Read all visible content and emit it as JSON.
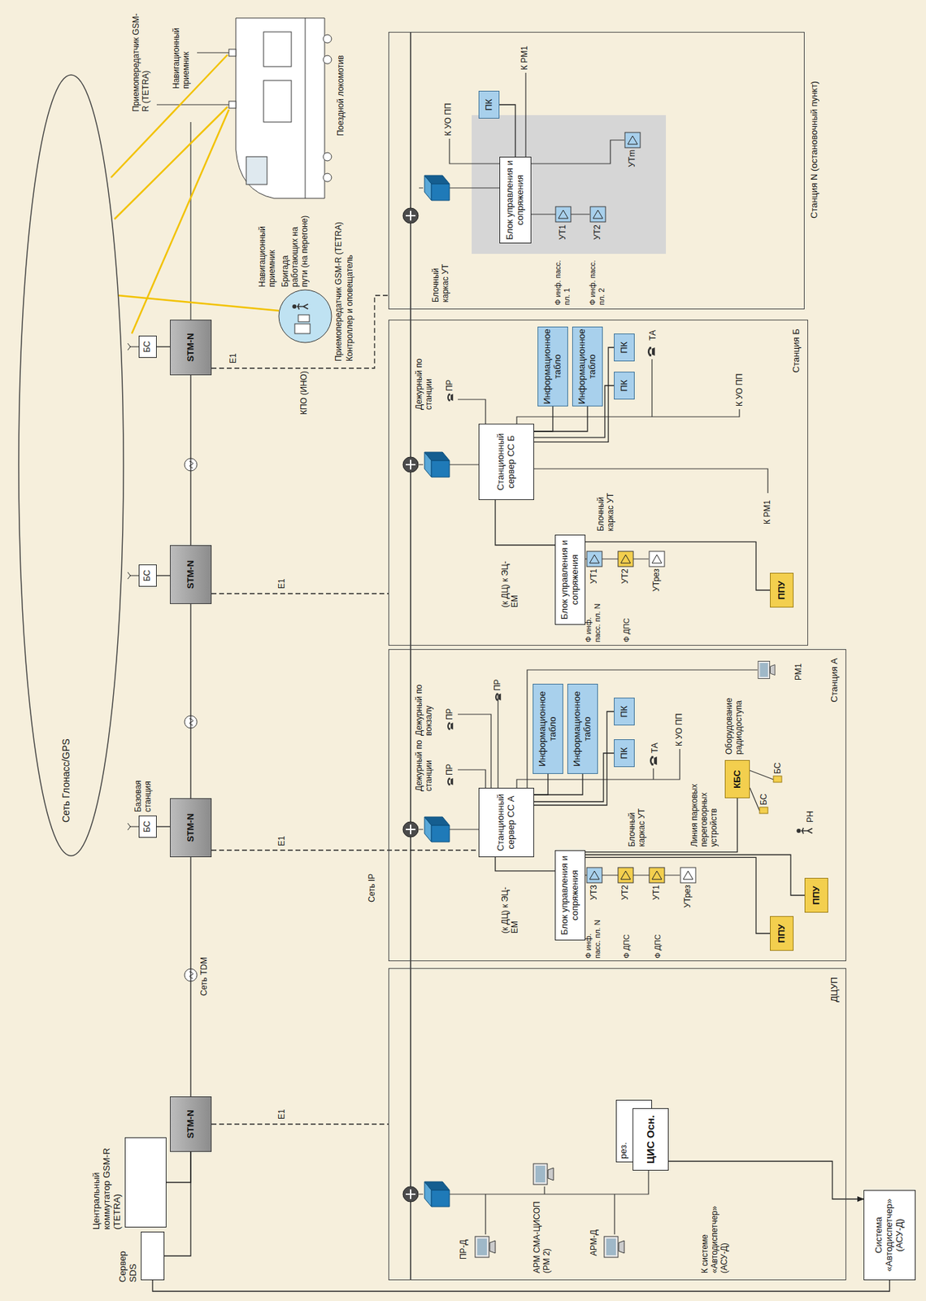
{
  "diagram": {
    "nodes": [
      {
        "text": [
          "Сеть Глонасс/GPS"
        ]
      },
      {
        "text": [
          "Сервер SDS"
        ]
      },
      {
        "text": [
          "Центральный коммутатор GSM-R (TETRA)"
        ]
      },
      {
        "text": [
          "STM-N"
        ]
      },
      {
        "text": [
          "STM-N"
        ]
      },
      {
        "text": [
          "STM-N"
        ]
      },
      {
        "text": [
          "STM-N"
        ]
      },
      {
        "text": [
          "БС"
        ]
      },
      {
        "text": [
          "БС"
        ]
      },
      {
        "text": [
          "БС"
        ]
      },
      {
        "text": [
          "Система «Автодиспетчер» (АСУ-Д)"
        ]
      },
      {
        "text": [
          "ДЦУП"
        ]
      },
      {
        "text": [
          "рез."
        ],
        "in": 11
      },
      {
        "text": [
          "ЦИС Осн."
        ],
        "in": 11
      },
      {
        "text": [
          "Станция А"
        ]
      },
      {
        "text": [
          "Станционный сервер СС А"
        ],
        "in": 14
      },
      {
        "text": [
          "Информационное табло"
        ],
        "in": 14
      },
      {
        "text": [
          "Информационное табло"
        ],
        "in": 14
      },
      {
        "text": [
          "ПК"
        ],
        "in": 14
      },
      {
        "text": [
          "ПК"
        ],
        "in": 14
      },
      {
        "text": [
          "Блок управления и сопряжения"
        ],
        "in": 14
      },
      {
        "text": [
          "ППУ"
        ],
        "in": 14
      },
      {
        "text": [
          "ППУ"
        ],
        "in": 14
      },
      {
        "text": [
          "КБС"
        ],
        "in": 14
      },
      {
        "text": [
          "Станция Б"
        ]
      },
      {
        "text": [
          "Станционный сервер СС Б"
        ],
        "in": 24
      },
      {
        "text": [
          "Информационное табло"
        ],
        "in": 24
      },
      {
        "text": [
          "Информационное табло"
        ],
        "in": 24
      },
      {
        "text": [
          "ПК"
        ],
        "in": 24
      },
      {
        "text": [
          "ПК"
        ],
        "in": 24
      },
      {
        "text": [
          "Блок управления и сопряжения"
        ],
        "in": 24
      },
      {
        "text": [
          "ППУ"
        ],
        "in": 24
      },
      {
        "text": [
          "Станция N (остановочный пункт)"
        ]
      },
      {
        "text": [
          "Блок управления и сопряжения"
        ],
        "in": 32
      },
      {
        "text": [
          "ПК"
        ],
        "in": 32
      }
    ],
    "edges": [
      {
        "from": 1,
        "to": 3,
        "arrow": "none"
      },
      {
        "from": 2,
        "to": 3,
        "arrow": "none"
      },
      {
        "from": 3,
        "to": 4,
        "arrow": "none"
      },
      {
        "from": 4,
        "to": 5,
        "arrow": "none"
      },
      {
        "from": 5,
        "to": 6,
        "arrow": "none"
      },
      {
        "from": 7,
        "to": 4,
        "arrow": "none"
      },
      {
        "from": 8,
        "to": 5,
        "arrow": "none"
      },
      {
        "from": 9,
        "to": 6,
        "arrow": "none"
      },
      {
        "from": 1,
        "to": 10,
        "arrow": "none"
      },
      {
        "from": 3,
        "to": 11,
        "arrow": "none"
      },
      {
        "from": 4,
        "to": 15,
        "arrow": "none"
      },
      {
        "from": 5,
        "to": 24,
        "arrow": "none"
      },
      {
        "from": 6,
        "to": 32,
        "arrow": "none"
      },
      {
        "from": 13,
        "to": 10,
        "arrow": "to"
      },
      {
        "from": 15,
        "to": 16,
        "arrow": "none"
      },
      {
        "from": 15,
        "to": 17,
        "arrow": "none"
      },
      {
        "from": 15,
        "to": 18,
        "arrow": "none"
      },
      {
        "from": 15,
        "to": 19,
        "arrow": "none"
      },
      {
        "from": 15,
        "to": 20,
        "arrow": "none"
      },
      {
        "from": 20,
        "to": 21,
        "arrow": "none"
      },
      {
        "from": 20,
        "to": 22,
        "arrow": "none"
      },
      {
        "from": 20,
        "to": 23,
        "arrow": "none"
      },
      {
        "from": 25,
        "to": 26,
        "arrow": "none"
      },
      {
        "from": 25,
        "to": 27,
        "arrow": "none"
      },
      {
        "from": 25,
        "to": 28,
        "arrow": "none"
      },
      {
        "from": 25,
        "to": 29,
        "arrow": "none"
      },
      {
        "from": 25,
        "to": 30,
        "arrow": "none"
      },
      {
        "from": 30,
        "to": 31,
        "arrow": "none"
      },
      {
        "from": 33,
        "to": 34,
        "arrow": "none"
      }
    ],
    "labels": [
      "Сеть TDM",
      "E1",
      "E1",
      "E1",
      "E1",
      "Базовая станция",
      "Сеть IP",
      "КПО (ИНО)",
      "Навигационный приемник",
      "Бригада работающих на пути (на перегоне)",
      "Приемопередатчик GSM-R (TETRA)",
      "Контроллер и оповещатель",
      "Приемопередатчик GSM-R (TETRA)",
      "Навигационный приемник",
      "Поездной локомотив",
      "ПР-Д",
      "АРМ СМА-ЦИСОП (РМ 2)",
      "АРМ-Д",
      "К системе «Автодиспетчер» (АСУ-Д)",
      "(к ДЦ) к ЭЦ-ЕМ",
      "Дежурный по станции",
      "ПР",
      "Дежурный по вокзалу",
      "ПР",
      "ПР",
      "Блочный каркас УТ",
      "УТ3",
      "УТ2",
      "УТ1",
      "УТрез",
      "Ф инф. пасс. пл. N",
      "Ф ДПС",
      "Ф ДПС",
      "Линия парковых переговорных устройств",
      "БС",
      "БС",
      "Оборудование радиодоступа",
      "РН",
      "ТА",
      "К УО ПП",
      "РМ1",
      "(к ДЦ) к ЭЦ-ЕМ",
      "Дежурный по станции",
      "ПР",
      "Блочный каркас УТ",
      "УТ1",
      "УТ2",
      "УТрез",
      "Ф инф. пасс. пл. N",
      "Ф ДПС",
      "К УО ПП",
      "К РМ1",
      "ТА",
      "Блочный каркас УТ",
      "УТ1",
      "УТ2",
      "УТm",
      "Ф инф. пасс. пл. 1",
      "Ф инф. пасс. пл. 2",
      "К УО ПП",
      "К РМ1"
    ]
  }
}
